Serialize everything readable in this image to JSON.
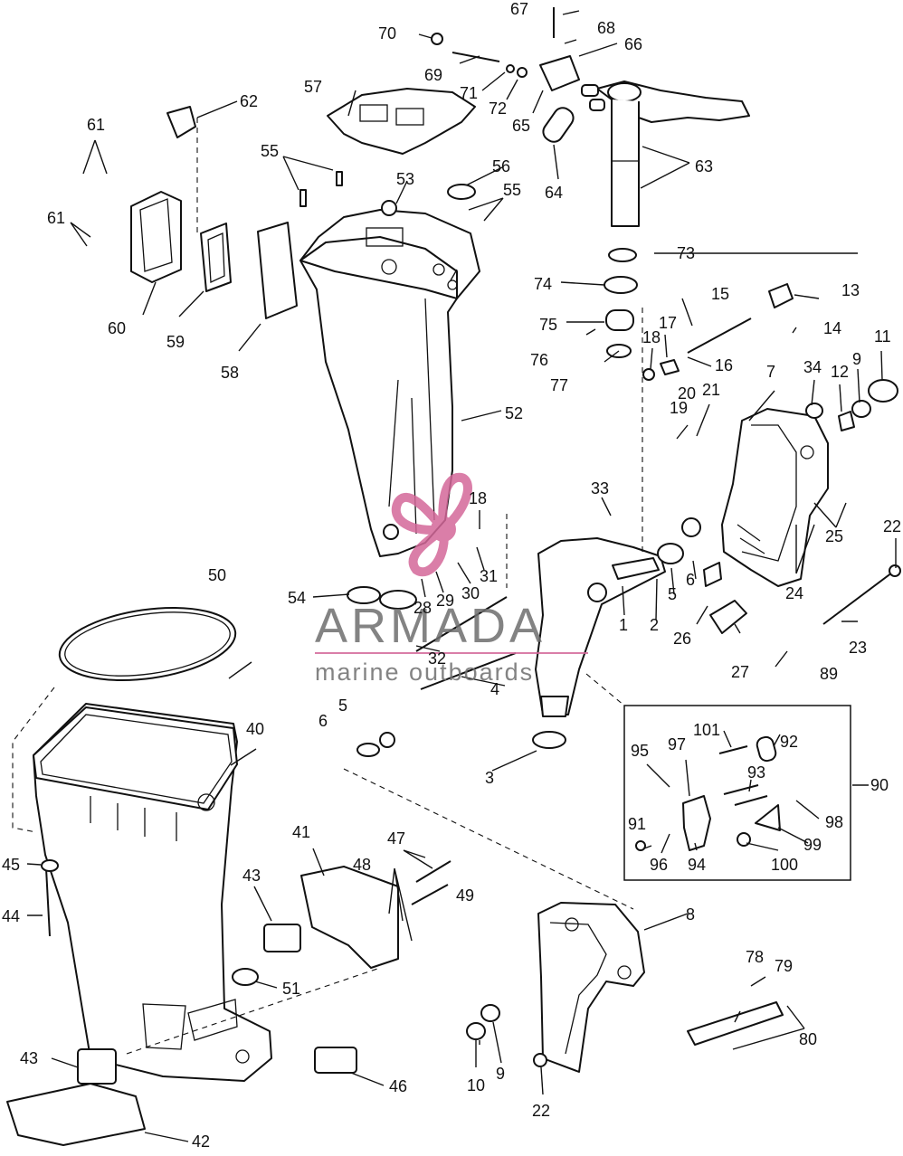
{
  "watermark": {
    "brand": "ARMADA",
    "tagline": "marine outboards",
    "accent_color": "#d4689a"
  },
  "callouts": [
    {
      "id": "c1",
      "label": "1"
    },
    {
      "id": "c2",
      "label": "2"
    },
    {
      "id": "c3",
      "label": "3"
    },
    {
      "id": "c4",
      "label": "4"
    },
    {
      "id": "c5a",
      "label": "5"
    },
    {
      "id": "c5b",
      "label": "5"
    },
    {
      "id": "c6a",
      "label": "6"
    },
    {
      "id": "c6b",
      "label": "6"
    },
    {
      "id": "c7",
      "label": "7"
    },
    {
      "id": "c8",
      "label": "8"
    },
    {
      "id": "c9a",
      "label": "9"
    },
    {
      "id": "c9b",
      "label": "9"
    },
    {
      "id": "c10",
      "label": "10"
    },
    {
      "id": "c11",
      "label": "11"
    },
    {
      "id": "c12",
      "label": "12"
    },
    {
      "id": "c13",
      "label": "13"
    },
    {
      "id": "c14",
      "label": "14"
    },
    {
      "id": "c15",
      "label": "15"
    },
    {
      "id": "c16",
      "label": "16"
    },
    {
      "id": "c17",
      "label": "17"
    },
    {
      "id": "c18a",
      "label": "18"
    },
    {
      "id": "c18b",
      "label": "18"
    },
    {
      "id": "c19",
      "label": "19"
    },
    {
      "id": "c20",
      "label": "20"
    },
    {
      "id": "c21",
      "label": "21"
    },
    {
      "id": "c22a",
      "label": "22"
    },
    {
      "id": "c22b",
      "label": "22"
    },
    {
      "id": "c23",
      "label": "23"
    },
    {
      "id": "c24",
      "label": "24"
    },
    {
      "id": "c25",
      "label": "25"
    },
    {
      "id": "c26",
      "label": "26"
    },
    {
      "id": "c27",
      "label": "27"
    },
    {
      "id": "c28",
      "label": "28"
    },
    {
      "id": "c29",
      "label": "29"
    },
    {
      "id": "c30",
      "label": "30"
    },
    {
      "id": "c31",
      "label": "31"
    },
    {
      "id": "c32",
      "label": "32"
    },
    {
      "id": "c33",
      "label": "33"
    },
    {
      "id": "c34",
      "label": "34"
    },
    {
      "id": "c40",
      "label": "40"
    },
    {
      "id": "c41",
      "label": "41"
    },
    {
      "id": "c42",
      "label": "42"
    },
    {
      "id": "c43a",
      "label": "43"
    },
    {
      "id": "c43b",
      "label": "43"
    },
    {
      "id": "c44",
      "label": "44"
    },
    {
      "id": "c45",
      "label": "45"
    },
    {
      "id": "c46",
      "label": "46"
    },
    {
      "id": "c47",
      "label": "47"
    },
    {
      "id": "c48",
      "label": "48"
    },
    {
      "id": "c49",
      "label": "49"
    },
    {
      "id": "c50",
      "label": "50"
    },
    {
      "id": "c51",
      "label": "51"
    },
    {
      "id": "c52",
      "label": "52"
    },
    {
      "id": "c53",
      "label": "53"
    },
    {
      "id": "c54",
      "label": "54"
    },
    {
      "id": "c55a",
      "label": "55"
    },
    {
      "id": "c55b",
      "label": "55"
    },
    {
      "id": "c56",
      "label": "56"
    },
    {
      "id": "c57",
      "label": "57"
    },
    {
      "id": "c58",
      "label": "58"
    },
    {
      "id": "c59",
      "label": "59"
    },
    {
      "id": "c60",
      "label": "60"
    },
    {
      "id": "c61a",
      "label": "61"
    },
    {
      "id": "c61b",
      "label": "61"
    },
    {
      "id": "c62",
      "label": "62"
    },
    {
      "id": "c63",
      "label": "63"
    },
    {
      "id": "c64",
      "label": "64"
    },
    {
      "id": "c65",
      "label": "65"
    },
    {
      "id": "c66",
      "label": "66"
    },
    {
      "id": "c67",
      "label": "67"
    },
    {
      "id": "c68",
      "label": "68"
    },
    {
      "id": "c69",
      "label": "69"
    },
    {
      "id": "c70",
      "label": "70"
    },
    {
      "id": "c71",
      "label": "71"
    },
    {
      "id": "c72",
      "label": "72"
    },
    {
      "id": "c73",
      "label": "73"
    },
    {
      "id": "c74",
      "label": "74"
    },
    {
      "id": "c75",
      "label": "75"
    },
    {
      "id": "c76",
      "label": "76"
    },
    {
      "id": "c77",
      "label": "77"
    },
    {
      "id": "c78",
      "label": "78"
    },
    {
      "id": "c79",
      "label": "79"
    },
    {
      "id": "c80",
      "label": "80"
    },
    {
      "id": "c89",
      "label": "89"
    },
    {
      "id": "c90",
      "label": "90"
    },
    {
      "id": "c91",
      "label": "91"
    },
    {
      "id": "c92",
      "label": "92"
    },
    {
      "id": "c93",
      "label": "93"
    },
    {
      "id": "c94",
      "label": "94"
    },
    {
      "id": "c95",
      "label": "95"
    },
    {
      "id": "c96",
      "label": "96"
    },
    {
      "id": "c97",
      "label": "97"
    },
    {
      "id": "c98",
      "label": "98"
    },
    {
      "id": "c99",
      "label": "99"
    },
    {
      "id": "c100",
      "label": "100"
    },
    {
      "id": "c101",
      "label": "101"
    }
  ]
}
